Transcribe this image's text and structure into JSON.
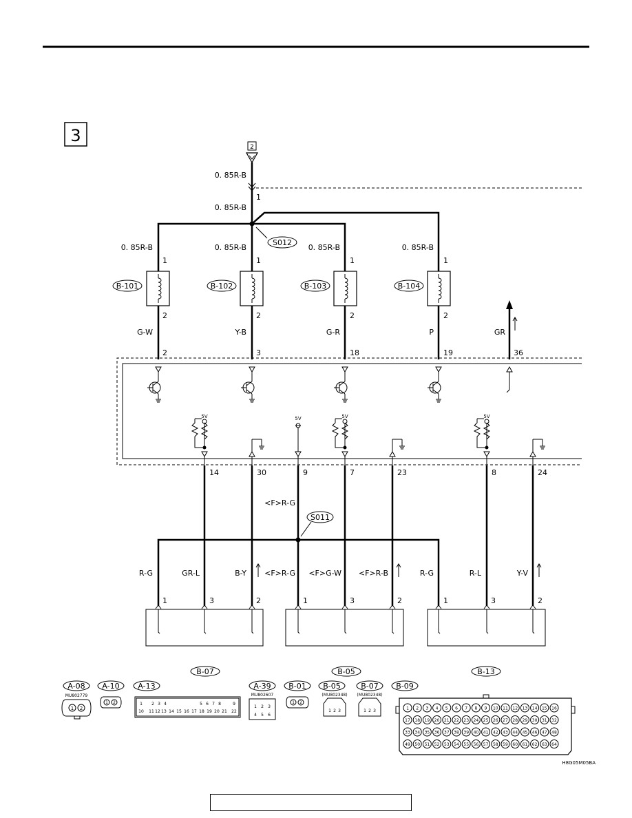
{
  "page_number": "3",
  "ref_connector": "2",
  "code": "H8G05M05BA",
  "top_feed": {
    "wire_upper": "0. 85R-B",
    "pin": "1",
    "wire_lower": "0. 85R-B"
  },
  "splices": {
    "s012": "S012",
    "s011": "S011"
  },
  "solenoids": [
    {
      "id": "B-101",
      "wire_in": "0. 85R-B",
      "pin_in": "1",
      "pin_out": "2",
      "wire_out": "G-W",
      "ecu_pin": "2"
    },
    {
      "id": "B-102",
      "wire_in": "0. 85R-B",
      "pin_in": "1",
      "pin_out": "2",
      "wire_out": "Y-B",
      "ecu_pin": "3"
    },
    {
      "id": "B-103",
      "wire_in": "0. 85R-B",
      "pin_in": "1",
      "pin_out": "2",
      "wire_out": "G-R",
      "ecu_pin": "18"
    },
    {
      "id": "B-104",
      "wire_in": "0. 85R-B",
      "pin_in": "1",
      "pin_out": "2",
      "wire_out": "P",
      "ecu_pin": "19"
    }
  ],
  "gr_output": {
    "wire": "GR",
    "pin": "36"
  },
  "supply_label": "5V",
  "bottom_pins": [
    "14",
    "30",
    "9",
    "7",
    "23",
    "8",
    "24"
  ],
  "s011_feed_label": "<F>R-G",
  "bottom_wires": [
    "R-G",
    "GR-L",
    "B-Y",
    "<F>R-G",
    "<F>G-W",
    "<F>R-B",
    "R-G",
    "R-L",
    "Y-V"
  ],
  "sensor_pins": [
    "1",
    "3",
    "2",
    "1",
    "3",
    "2",
    "1",
    "3",
    "2"
  ],
  "connector_group_labels": {
    "b07": "B-07",
    "b05": "B-05",
    "b13": "B-13"
  },
  "connectors": [
    {
      "id": "A-08",
      "part": "MU802779",
      "pins": [
        "1",
        "2"
      ]
    },
    {
      "id": "A-10",
      "pins": [
        "1",
        "2"
      ]
    },
    {
      "id": "A-13",
      "pins_row1": [
        "1",
        "2",
        "3",
        "4",
        "5",
        "6",
        "7",
        "8",
        "9"
      ],
      "pins_row2": [
        "10",
        "11",
        "12",
        "13",
        "14",
        "15",
        "16",
        "17",
        "18",
        "19",
        "20",
        "21",
        "22"
      ]
    },
    {
      "id": "A-39",
      "part": "MU802607",
      "pins": [
        "1",
        "2",
        "3",
        "4",
        "5",
        "6"
      ]
    },
    {
      "id": "B-01",
      "pins": [
        "1",
        "2"
      ]
    },
    {
      "id": "B-05",
      "part": "(MU802348)",
      "pins": [
        "1",
        "2",
        "3"
      ]
    },
    {
      "id": "B-07",
      "part": "(MU802348)",
      "pins": [
        "1",
        "2",
        "3"
      ]
    },
    {
      "id": "B-09"
    }
  ],
  "ecu_connector_pins": [
    "1",
    "2",
    "3",
    "4",
    "5",
    "6",
    "7",
    "8",
    "9",
    "10",
    "11",
    "12",
    "13",
    "14",
    "15",
    "16",
    "17",
    "18",
    "19",
    "20",
    "21",
    "22",
    "23",
    "24",
    "25",
    "26",
    "27",
    "28",
    "29",
    "30",
    "31",
    "32",
    "33",
    "34",
    "35",
    "36",
    "37",
    "38",
    "39",
    "40",
    "41",
    "42",
    "43",
    "44",
    "45",
    "46",
    "47",
    "48",
    "49",
    "50",
    "51",
    "52",
    "53",
    "54",
    "55",
    "56",
    "57",
    "58",
    "59",
    "60",
    "61",
    "62",
    "63",
    "64"
  ]
}
